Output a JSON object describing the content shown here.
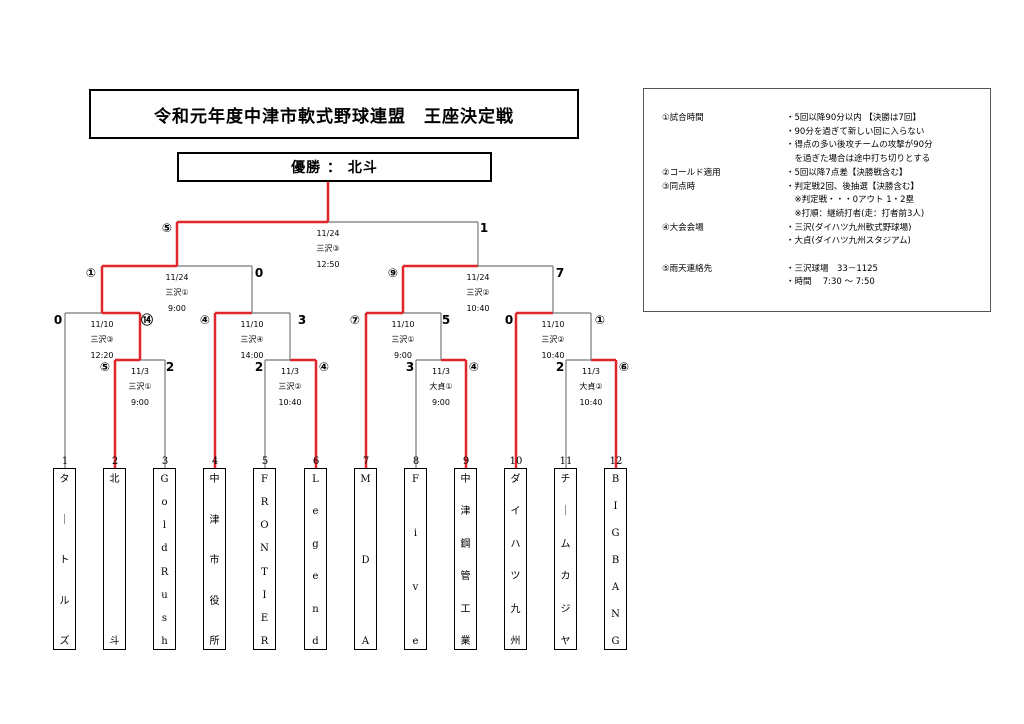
{
  "title": "令和元年度中津市軟式野球連盟　王座決定戦",
  "champion": "優勝 ： 北斗",
  "rules": [
    {
      "key": "①試合時間",
      "value": "・5回以降90分以内 【決勝は7回】"
    },
    {
      "key": "",
      "value": "・90分を過ぎて新しい回に入らない"
    },
    {
      "key": "",
      "value": "・得点の多い後攻チームの攻撃が90分"
    },
    {
      "key": "",
      "value": "　を過ぎた場合は途中打ち切りとする"
    },
    {
      "key": "②コールド適用",
      "value": "・5回以降7点差【決勝戦含む】"
    },
    {
      "key": "③同点時",
      "value": "・判定戦2回、後抽選【決勝含む】"
    },
    {
      "key": "",
      "value": "　※判定戦・・・0アウト 1・2塁"
    },
    {
      "key": "",
      "value": "　※打順：継続打者(走：打者前3人)"
    },
    {
      "key": "④大会会場",
      "value": "・三沢(ダイハツ九州軟式野球場)"
    },
    {
      "key": "",
      "value": "・大貞(ダイハツ九州スタジアム)"
    },
    {
      "key": "",
      "value": ""
    },
    {
      "key": "⑤雨天連絡先",
      "value": "・三沢球場　33－1125"
    },
    {
      "key": "",
      "value": "・時間　 7:30 ～ 7:50"
    }
  ],
  "teams": [
    {
      "num": "1",
      "chars": [
        "タ",
        "｜",
        "ト",
        "ル",
        "ズ"
      ]
    },
    {
      "num": "2",
      "chars": [
        "北",
        "斗"
      ]
    },
    {
      "num": "3",
      "chars": [
        "G",
        "o",
        "l",
        "d",
        "R",
        "u",
        "s",
        "h"
      ]
    },
    {
      "num": "4",
      "chars": [
        "中",
        "津",
        "市",
        "役",
        "所"
      ]
    },
    {
      "num": "5",
      "chars": [
        "F",
        "R",
        "O",
        "N",
        "T",
        "I",
        "E",
        "R"
      ]
    },
    {
      "num": "6",
      "chars": [
        "L",
        "e",
        "g",
        "e",
        "n",
        "d"
      ]
    },
    {
      "num": "7",
      "chars": [
        "M",
        "D",
        "A"
      ]
    },
    {
      "num": "8",
      "chars": [
        "F",
        "i",
        "v",
        "e"
      ]
    },
    {
      "num": "9",
      "chars": [
        "中",
        "津",
        "鋼",
        "管",
        "工",
        "業"
      ]
    },
    {
      "num": "10",
      "chars": [
        "ダ",
        "イ",
        "ハ",
        "ツ",
        "九",
        "州"
      ]
    },
    {
      "num": "11",
      "chars": [
        "チ",
        "｜",
        "ム",
        "カ",
        "ジ",
        "ヤ"
      ]
    },
    {
      "num": "12",
      "chars": [
        "B",
        "I",
        "G",
        "B",
        "A",
        "N",
        "G"
      ]
    }
  ],
  "games": [
    {
      "date": "11/3",
      "venue": "三沢①",
      "time": "9:00"
    },
    {
      "date": "11/3",
      "venue": "三沢②",
      "time": "10:40"
    },
    {
      "date": "11/3",
      "venue": "大貞①",
      "time": "9:00"
    },
    {
      "date": "11/3",
      "venue": "大貞②",
      "time": "10:40"
    },
    {
      "date": "11/10",
      "venue": "三沢③",
      "time": "12:20"
    },
    {
      "date": "11/10",
      "venue": "三沢④",
      "time": "14:00"
    },
    {
      "date": "11/10",
      "venue": "三沢①",
      "time": "9:00"
    },
    {
      "date": "11/10",
      "venue": "三沢②",
      "time": "10:40"
    },
    {
      "date": "11/24",
      "venue": "三沢①",
      "time": "9:00"
    },
    {
      "date": "11/24",
      "venue": "三沢②",
      "time": "10:40"
    },
    {
      "date": "11/24",
      "venue": "三沢③",
      "time": "12:50"
    }
  ],
  "scores": [
    "⑤",
    "2",
    "2",
    "④",
    "3",
    "④",
    "2",
    "⑥",
    "0",
    "⑭",
    "④",
    "3",
    "⑦",
    "5",
    "0",
    "①",
    "①",
    "0",
    "⑨",
    "7",
    "⑤",
    "1"
  ],
  "colors": {
    "winner": "#e0262b",
    "loser": "#777777",
    "text": "#000000"
  }
}
